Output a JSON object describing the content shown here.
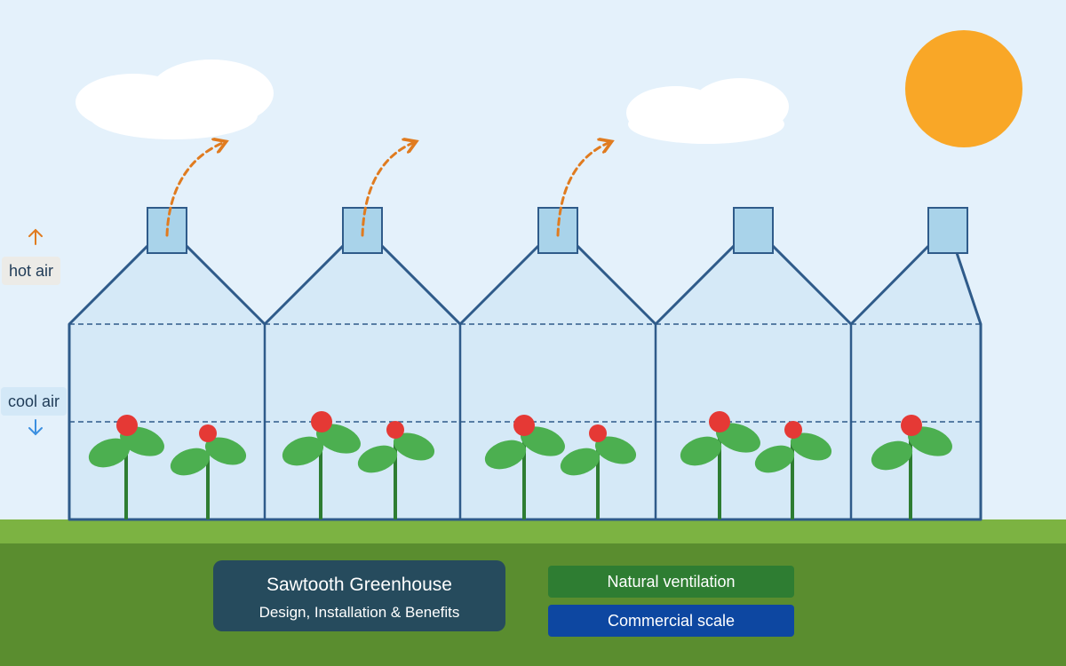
{
  "labels": {
    "hot_air": "hot air",
    "cool_air": "cool air"
  },
  "title": {
    "line1": "Sawtooth Greenhouse",
    "line2": "Design, Installation & Benefits"
  },
  "badges": [
    {
      "label": "Natural ventilation",
      "color": "#2e7d32"
    },
    {
      "label": "Commercial scale",
      "color": "#0d47a1"
    }
  ],
  "colors": {
    "sky": "#e4f1fb",
    "grass": "#7cb342",
    "soil": "#5a8d2f",
    "sun": "#f9a727",
    "frame": "#2f5b8a",
    "glass": "#d2e8f6",
    "vent": "#a9d3ea",
    "airflow": "#e07b1f",
    "cool_arrow": "#3b8fe0",
    "leaf": "#4caf50",
    "stem": "#2e7d32",
    "flower": "#e53935"
  },
  "icons": {
    "hot_arrow": "arrow-up-icon",
    "cool_arrow": "arrow-down-icon",
    "sun": "sun-icon",
    "cloud": "cloud-icon"
  }
}
